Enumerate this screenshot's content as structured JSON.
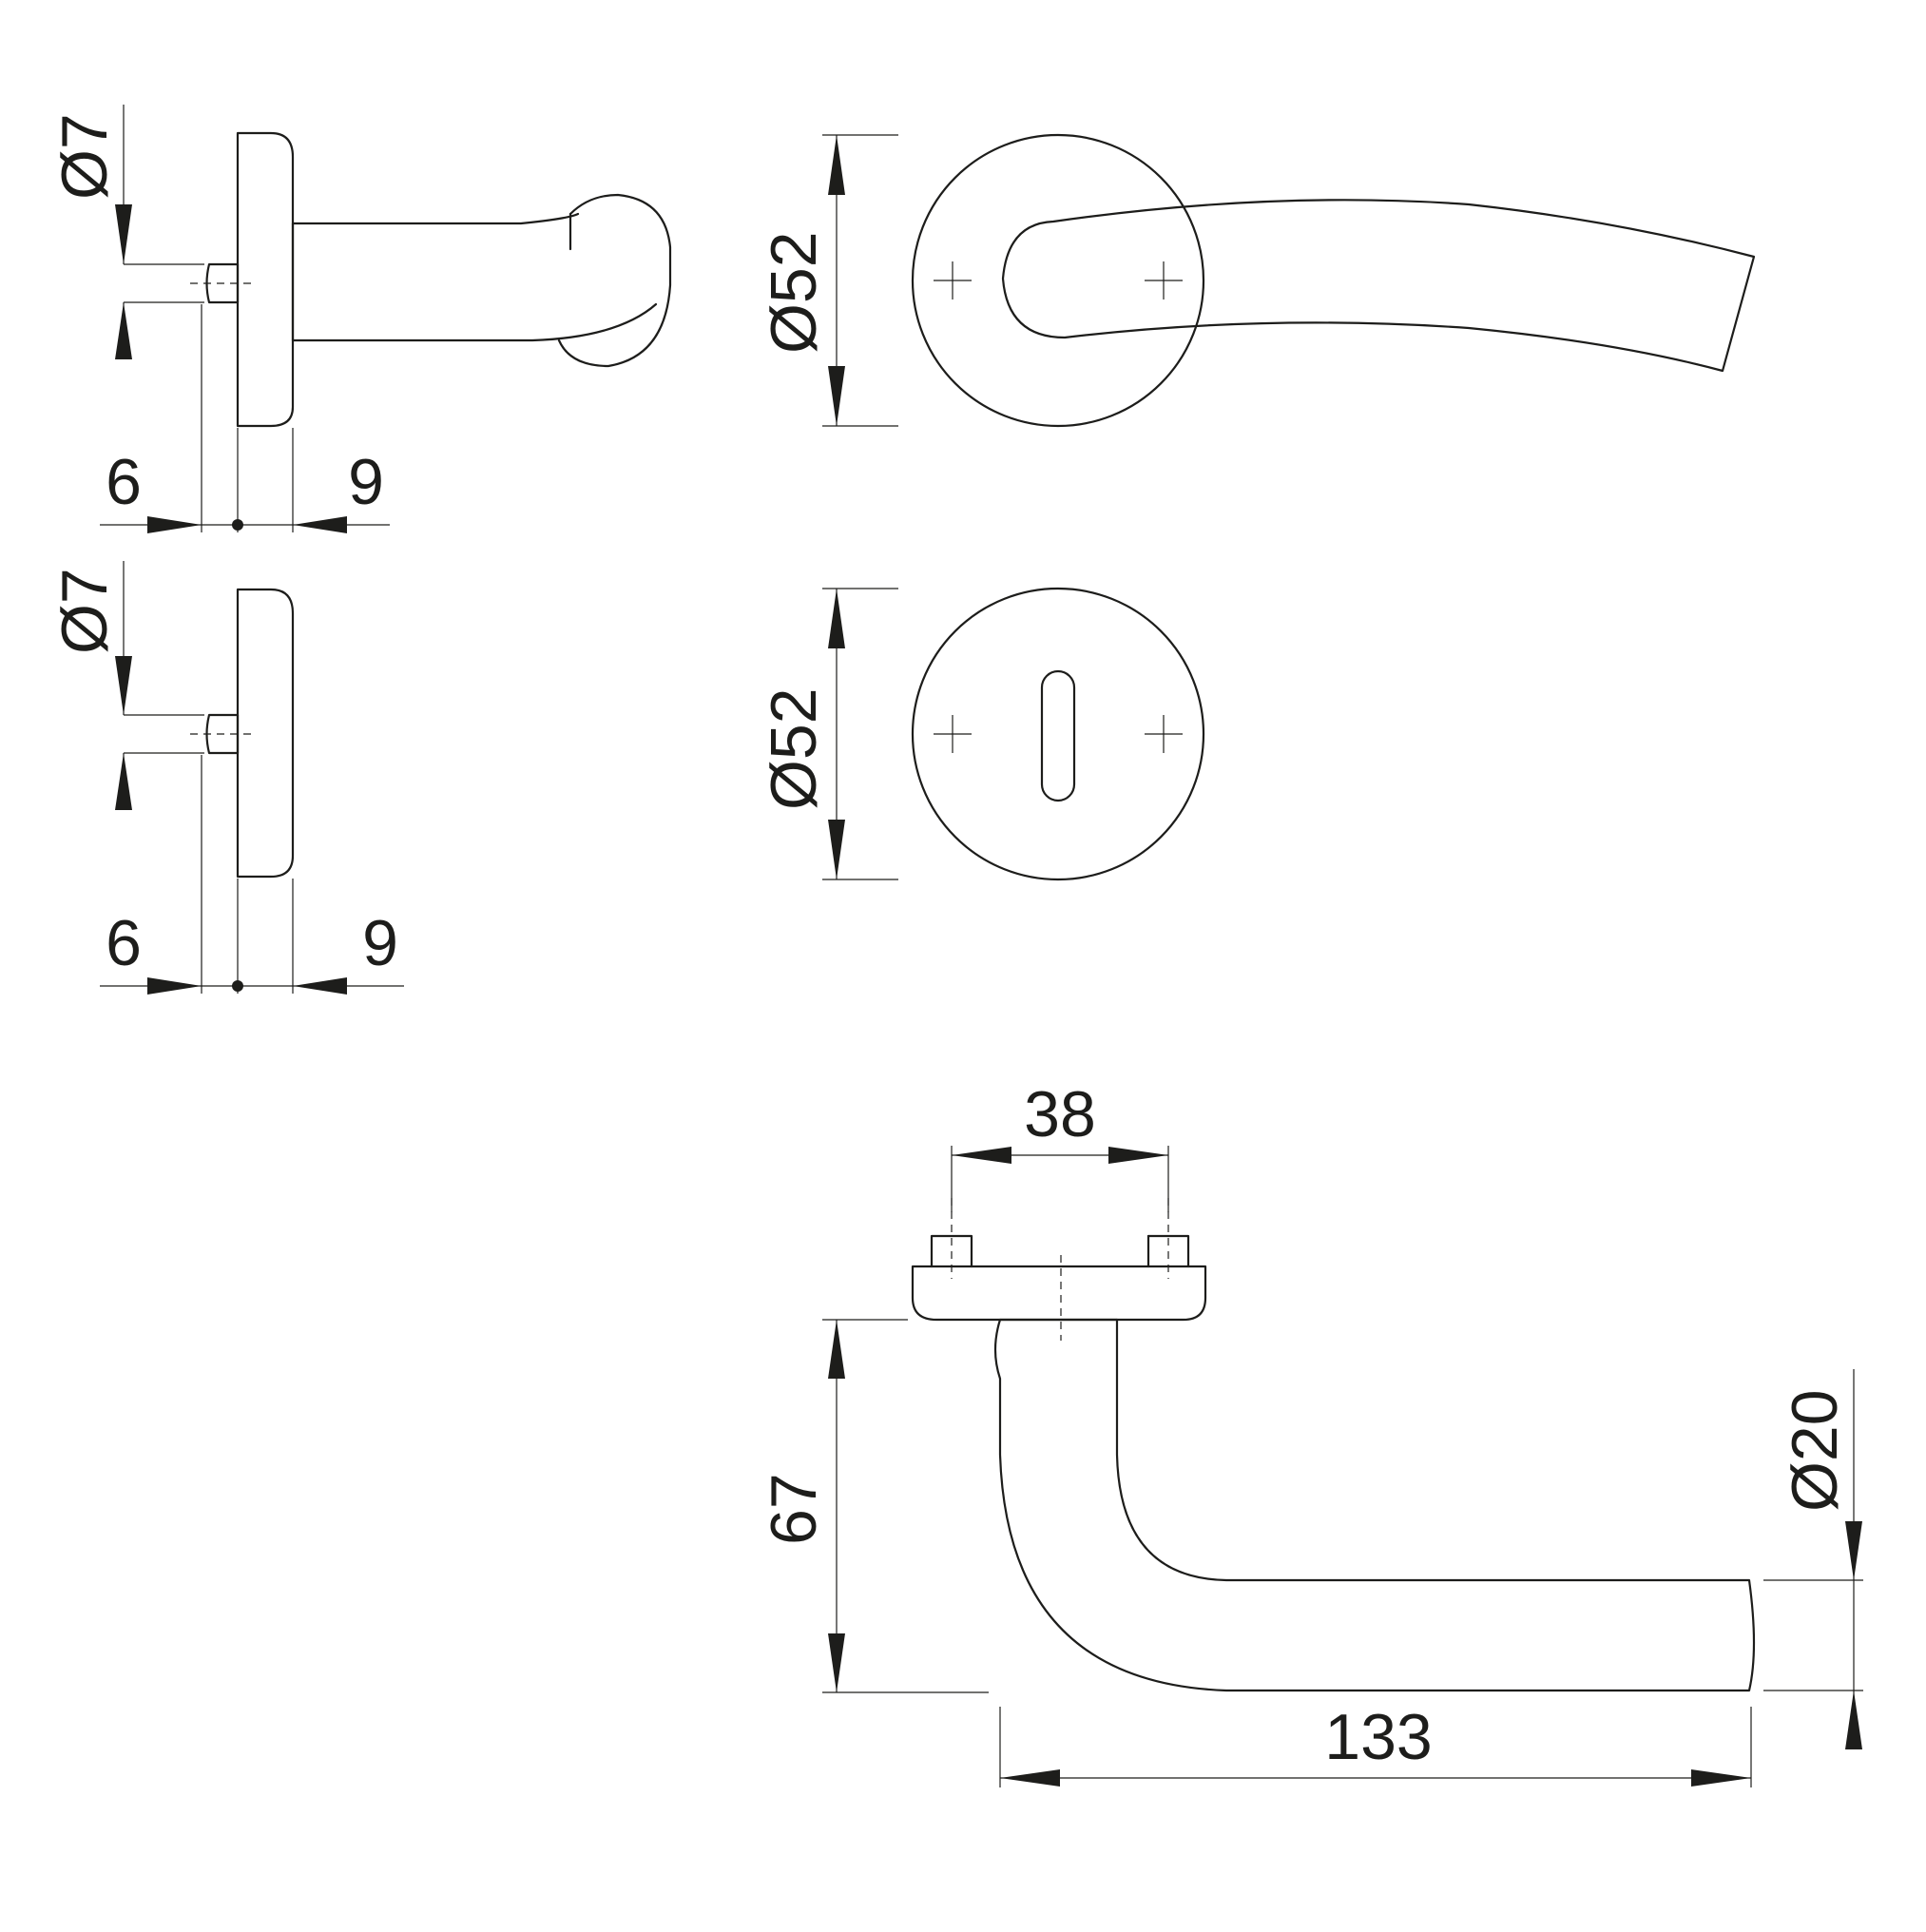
{
  "colors": {
    "line": "#1d1d1b",
    "background": "#ffffff"
  },
  "side_view_lever": {
    "pin_diameter": "Ø7",
    "left_offset": "6",
    "right_offset": "9"
  },
  "side_view_keyhole": {
    "pin_diameter": "Ø7",
    "left_offset": "6",
    "right_offset": "9"
  },
  "front_view_lever": {
    "rose_diameter": "Ø52"
  },
  "front_view_keyhole": {
    "rose_diameter": "Ø52"
  },
  "top_view_lever": {
    "screw_spacing": "38",
    "height": "67",
    "length": "133",
    "grip_diameter": "Ø20"
  }
}
